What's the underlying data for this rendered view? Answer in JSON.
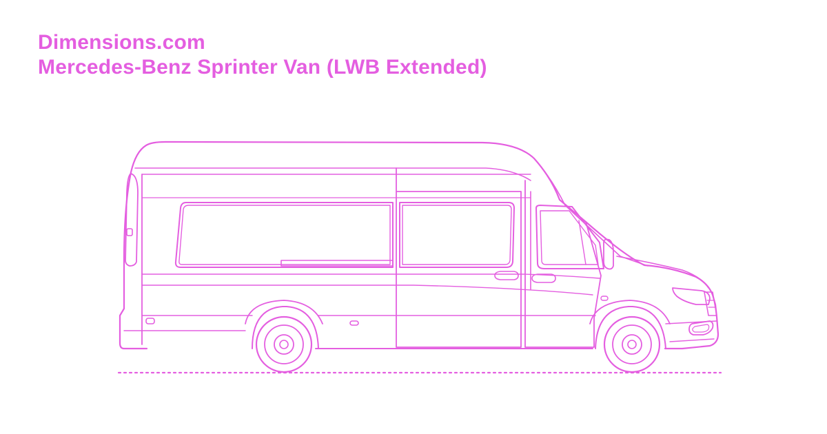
{
  "header": {
    "site": "Dimensions.com",
    "title": "Mercedes-Benz Sprinter Van (LWB Extended)"
  },
  "colors": {
    "line": "#e45ee0",
    "background": "#ffffff"
  },
  "drawing": {
    "subject": "van-side-elevation",
    "ground_line_style": "dotted"
  }
}
